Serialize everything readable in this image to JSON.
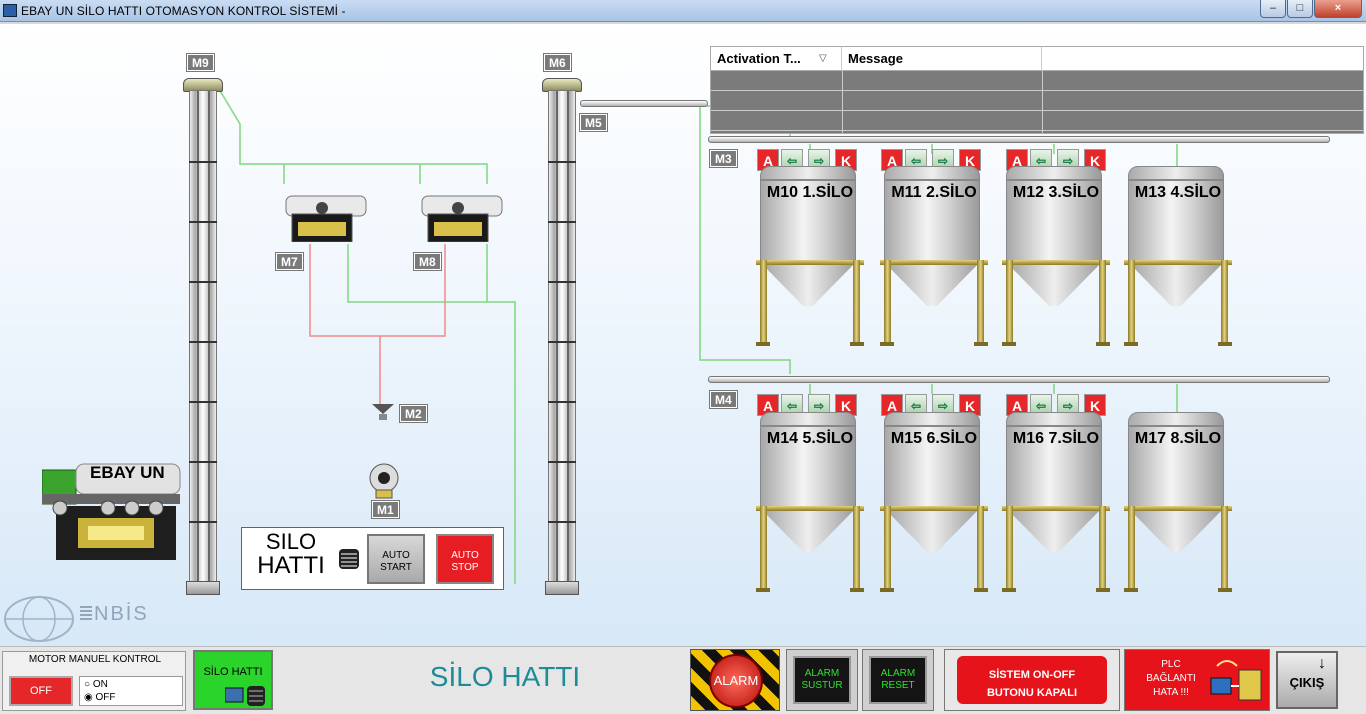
{
  "window": {
    "title": "EBAY UN SİLO HATTI OTOMASYON KONTROL SİSTEMİ -",
    "buttons": [
      "–",
      "□",
      "×"
    ]
  },
  "alarm_grid": {
    "columns": [
      "Activation T...",
      "Message",
      ""
    ],
    "sort_icon": "▽",
    "rows": [
      [],
      [],
      []
    ]
  },
  "motors": {
    "m1": "M1",
    "m2": "M2",
    "m3": "M3",
    "m4": "M4",
    "m5": "M5",
    "m6": "M6",
    "m7": "M7",
    "m8": "M8",
    "m9": "M9"
  },
  "silos_top": [
    {
      "name": "M10 1.SİLO"
    },
    {
      "name": "M11 2.SİLO"
    },
    {
      "name": "M12 3.SİLO"
    },
    {
      "name": "M13 4.SİLO"
    }
  ],
  "silos_bottom": [
    {
      "name": "M14 5.SİLO"
    },
    {
      "name": "M15 6.SİLO"
    },
    {
      "name": "M16 7.SİLO"
    },
    {
      "name": "M17 8.SİLO"
    }
  ],
  "silo_controls": {
    "open": "A",
    "left": "⇦",
    "right": "⇨",
    "close": "K"
  },
  "truck": {
    "label": "EBAY UN"
  },
  "silo_line_panel": {
    "title_line1": "SILO",
    "title_line2": "HATTI",
    "auto_start": "AUTO START",
    "auto_stop": "AUTO STOP"
  },
  "logo": {
    "text": "NBİS"
  },
  "bottom": {
    "motor_manual_title": "MOTOR MANUEL KONTROL",
    "off_button": "OFF",
    "radio_on": "ON",
    "radio_off": "OFF",
    "silo_hatti_button": "SİLO HATTI",
    "page_title": "SİLO HATTI",
    "alarm_label": "ALARM",
    "alarm_silence": "ALARM SUSTUR",
    "alarm_reset": "ALARM RESET",
    "system_status_1": "SİSTEM ON-OFF",
    "system_status_2": "BUTONU KAPALI",
    "plc_1": "PLC",
    "plc_2": "BAĞLANTI",
    "plc_3": "HATA !!!",
    "exit": "ÇIKIŞ"
  },
  "colors": {
    "accent_red": "#e6272a",
    "active_green": "#2bd42b",
    "page_title": "#1e8c97",
    "pipe_green": "#7fd77f",
    "pipe_red": "#f08a8a"
  }
}
